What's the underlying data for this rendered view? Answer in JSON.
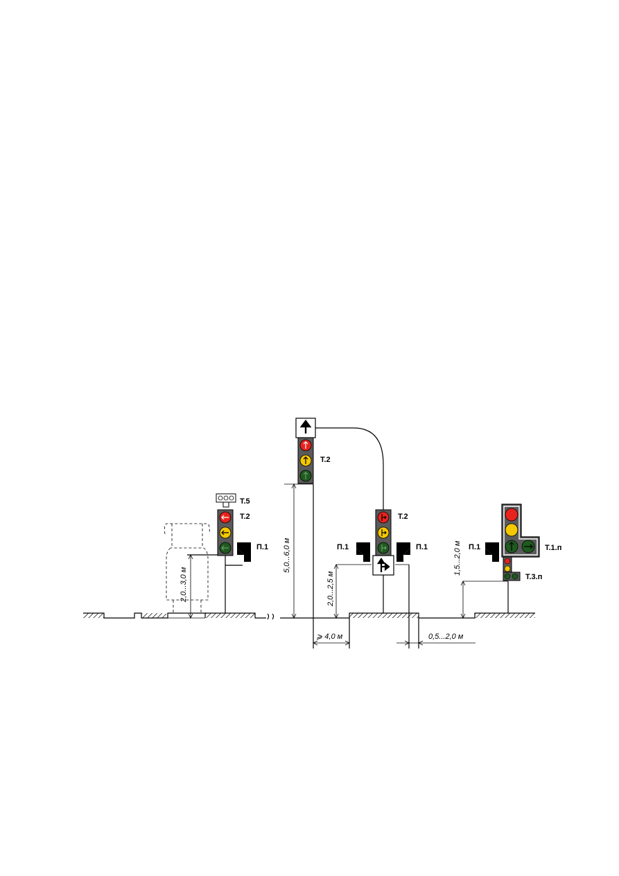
{
  "labels": {
    "t5": "Т.5",
    "t2_left": "Т.2",
    "t2_tall": "Т.2",
    "t2_center": "Т.2",
    "p1_left": "П.1",
    "p1_center_left": "П.1",
    "p1_center_right": "П.1",
    "p1_right": "П.1",
    "t1p": "Т.1.п",
    "t3p": "Т.3.п"
  },
  "dimensions": {
    "h_2_3": "2,0...3,0 м",
    "h_5_6": "5,0...6,0 м",
    "h_2_25": "2,0...2,5 м",
    "h_15_2": "1,5...2,0 м",
    "w_4": "⩾ 4,0 м",
    "w_05_2": "0,5...2,0 м"
  },
  "colors": {
    "housing": "#5a5a5a",
    "red": "#e8231e",
    "yellow": "#f5c800",
    "green": "#1f5a1f",
    "board_border": "#000000"
  }
}
